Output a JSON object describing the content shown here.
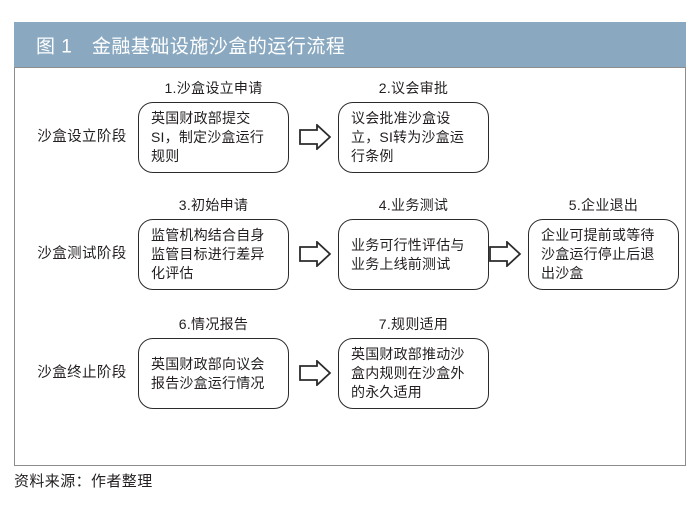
{
  "figure": {
    "label": "图 1",
    "title": "图 1　金融基础设施沙盒的运行流程",
    "header_color": "#8aa9c1",
    "border_color": "#8d8d8d",
    "source": "资料来源：作者整理"
  },
  "rows": [
    {
      "stage": "沙盒设立阶段",
      "nodes": [
        {
          "title": "1.沙盒设立申请",
          "text": "英国财政部提交SI，制定沙盒运行规则"
        },
        {
          "title": "2.议会审批",
          "text": "议会批准沙盒设立，SI转为沙盒运行条例"
        }
      ],
      "arrows": [
        "arrow-right"
      ]
    },
    {
      "stage": "沙盒测试阶段",
      "nodes": [
        {
          "title": "3.初始申请",
          "text": "监管机构结合自身监管目标进行差异化评估"
        },
        {
          "title": "4.业务测试",
          "text": "业务可行性评估与业务上线前测试"
        },
        {
          "title": "5.企业退出",
          "text": "企业可提前或等待沙盒运行停止后退出沙盒"
        }
      ],
      "arrows": [
        "arrow-right",
        "arrow-right"
      ]
    },
    {
      "stage": "沙盒终止阶段",
      "nodes": [
        {
          "title": "6.情况报告",
          "text": "英国财政部向议会报告沙盒运行情况"
        },
        {
          "title": "7.规则适用",
          "text": "英国财政部推动沙盒内规则在沙盒外的永久适用"
        }
      ],
      "arrows": [
        "arrow-right"
      ]
    }
  ]
}
